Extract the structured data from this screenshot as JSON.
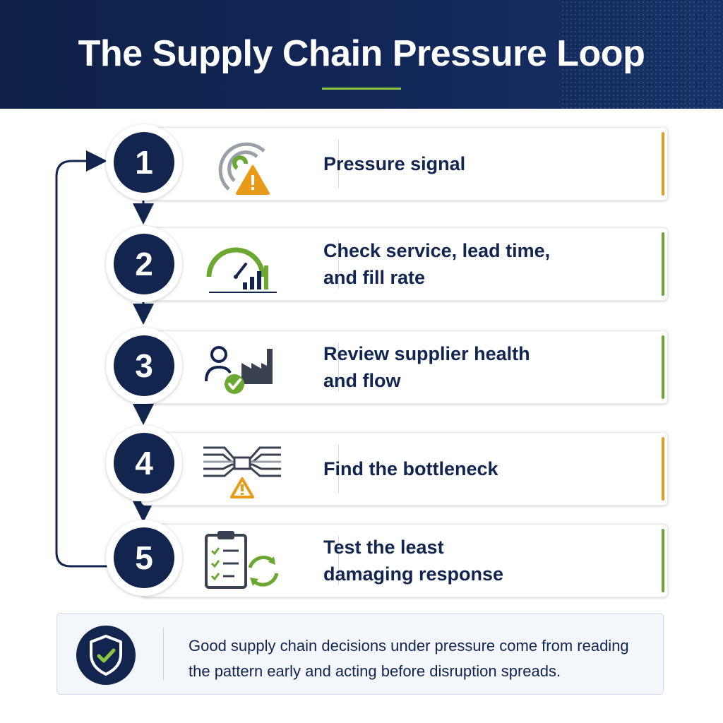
{
  "header": {
    "title": "The Supply Chain Pressure Loop"
  },
  "colors": {
    "navy": "#12254f",
    "accent_orange": "#e89a1a",
    "accent_green": "#6aa832",
    "header_bg": "#0f2148"
  },
  "steps": [
    {
      "number": "1",
      "text": "Pressure signal",
      "icon": "signal-warning-icon",
      "accent": "#e89a1a"
    },
    {
      "number": "2",
      "text": "Check service, lead time,\nand fill rate",
      "icon": "gauge-chart-icon",
      "accent": "#6aa832"
    },
    {
      "number": "3",
      "text": "Review supplier health\nand flow",
      "icon": "supplier-factory-icon",
      "accent": "#6aa832"
    },
    {
      "number": "4",
      "text": "Find the bottleneck",
      "icon": "bottleneck-warning-icon",
      "accent": "#e89a1a"
    },
    {
      "number": "5",
      "text": "Test the least\ndamaging response",
      "icon": "checklist-cycle-icon",
      "accent": "#6aa832"
    }
  ],
  "footer": {
    "icon": "shield-check-icon",
    "text": "Good supply chain decisions under pressure come from reading the pattern early and acting before disruption spreads."
  }
}
